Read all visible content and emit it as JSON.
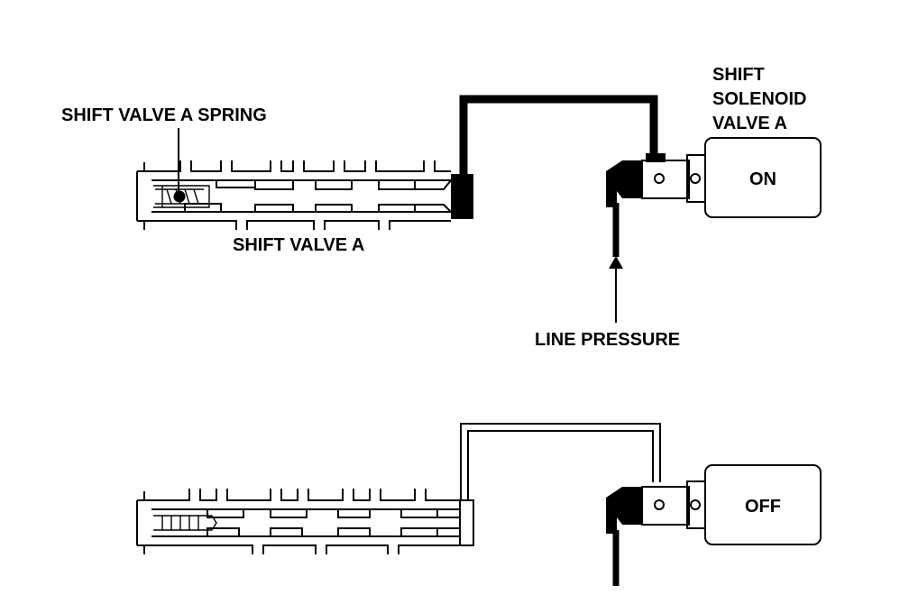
{
  "labels": {
    "spring": "SHIFT VALVE A SPRING",
    "shift_valve": "SHIFT VALVE A",
    "solenoid_line1": "SHIFT",
    "solenoid_line2": "SOLENOID",
    "solenoid_line3": "VALVE A",
    "line_pressure": "LINE PRESSURE"
  },
  "states": {
    "top": "ON",
    "bottom": "OFF"
  },
  "colors": {
    "ink": "#000000",
    "background": "#ffffff"
  }
}
